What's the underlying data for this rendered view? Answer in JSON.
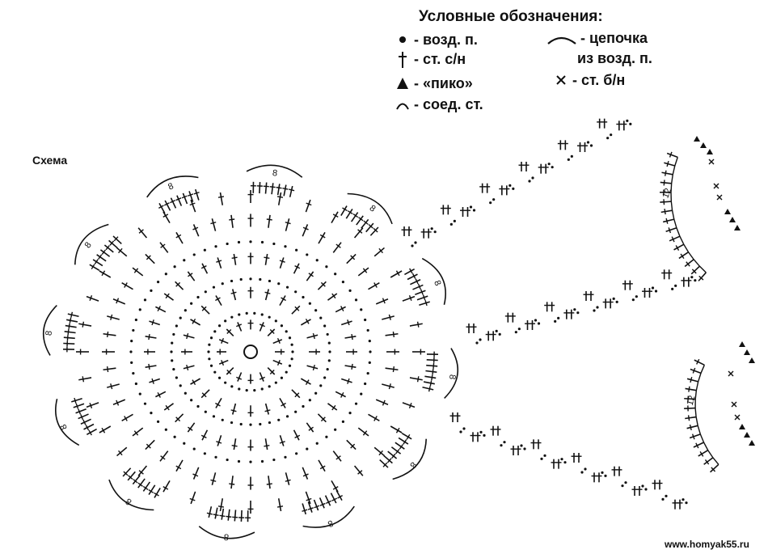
{
  "legend": {
    "title": "Условные обозначения:",
    "items": [
      {
        "icon": "dot-icon",
        "label": "- возд. п."
      },
      {
        "icon": "dagger-icon",
        "label": "- ст. с/н"
      },
      {
        "icon": "triangle-icon",
        "label": "- «пико»"
      },
      {
        "icon": "small-arc-icon",
        "label": "- соед. ст."
      },
      {
        "icon": "arc-icon",
        "label": "- цепочка"
      },
      {
        "icon": "none",
        "label": "из возд. п."
      },
      {
        "icon": "cross-icon",
        "label": "- ст. б/н"
      }
    ]
  },
  "schema_label": "Схема",
  "loop_label": "8",
  "chain_label": "12",
  "watermark": "www.homyak55.ru",
  "colors": {
    "ink": "#111111",
    "background": "#ffffff"
  }
}
